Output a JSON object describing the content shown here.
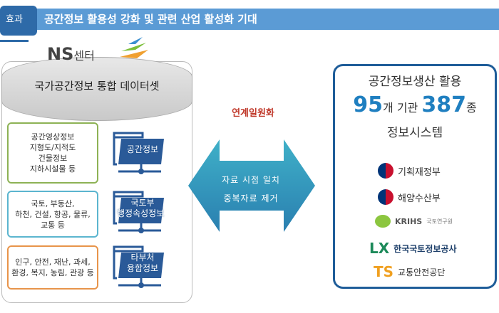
{
  "header": {
    "tab": "효과",
    "title": "공간정보 활용성 강화 및 관련 산업 활성화 기대"
  },
  "left": {
    "logo_main": "NS",
    "logo_sub": "센터",
    "dataset": "국가공간정보 통합 데이터셋",
    "boxes": [
      {
        "lines": [
          "공간영상정보",
          "지형도/지적도",
          "건물정보",
          "지하시설물 등"
        ],
        "color": "#8db255"
      },
      {
        "lines": [
          "국토, 부동산,",
          "하천, 건설, 항공, 물류,",
          "교통 등"
        ],
        "color": "#5bb5cf"
      },
      {
        "lines": [
          "인구, 안전, 재난, 과세,",
          "환경, 복지, 농림, 관광 등"
        ],
        "color": "#e8944a"
      }
    ],
    "folders": [
      [
        "공간정보"
      ],
      [
        "국토부",
        "행정속성정보"
      ],
      [
        "타부처",
        "융합정보"
      ]
    ]
  },
  "center": {
    "label": "연계일원화",
    "arrow_lines": [
      "자료 시점 일치",
      "중복자료 제거"
    ]
  },
  "right": {
    "line1": "공간정보생산 활용",
    "count1": "95",
    "unit1": "개 기관",
    "count2": "387",
    "unit2": "종",
    "line3": "정보시스템",
    "orgs": [
      "기획재정부",
      "해양수산부",
      "KRIHS",
      "국토연구원",
      "한국국토정보공사",
      "교통안전공단"
    ],
    "lx": "LX",
    "ts": "TS"
  },
  "colors": {
    "accent": "#1f5d99",
    "bar": "#5b9bd5"
  }
}
